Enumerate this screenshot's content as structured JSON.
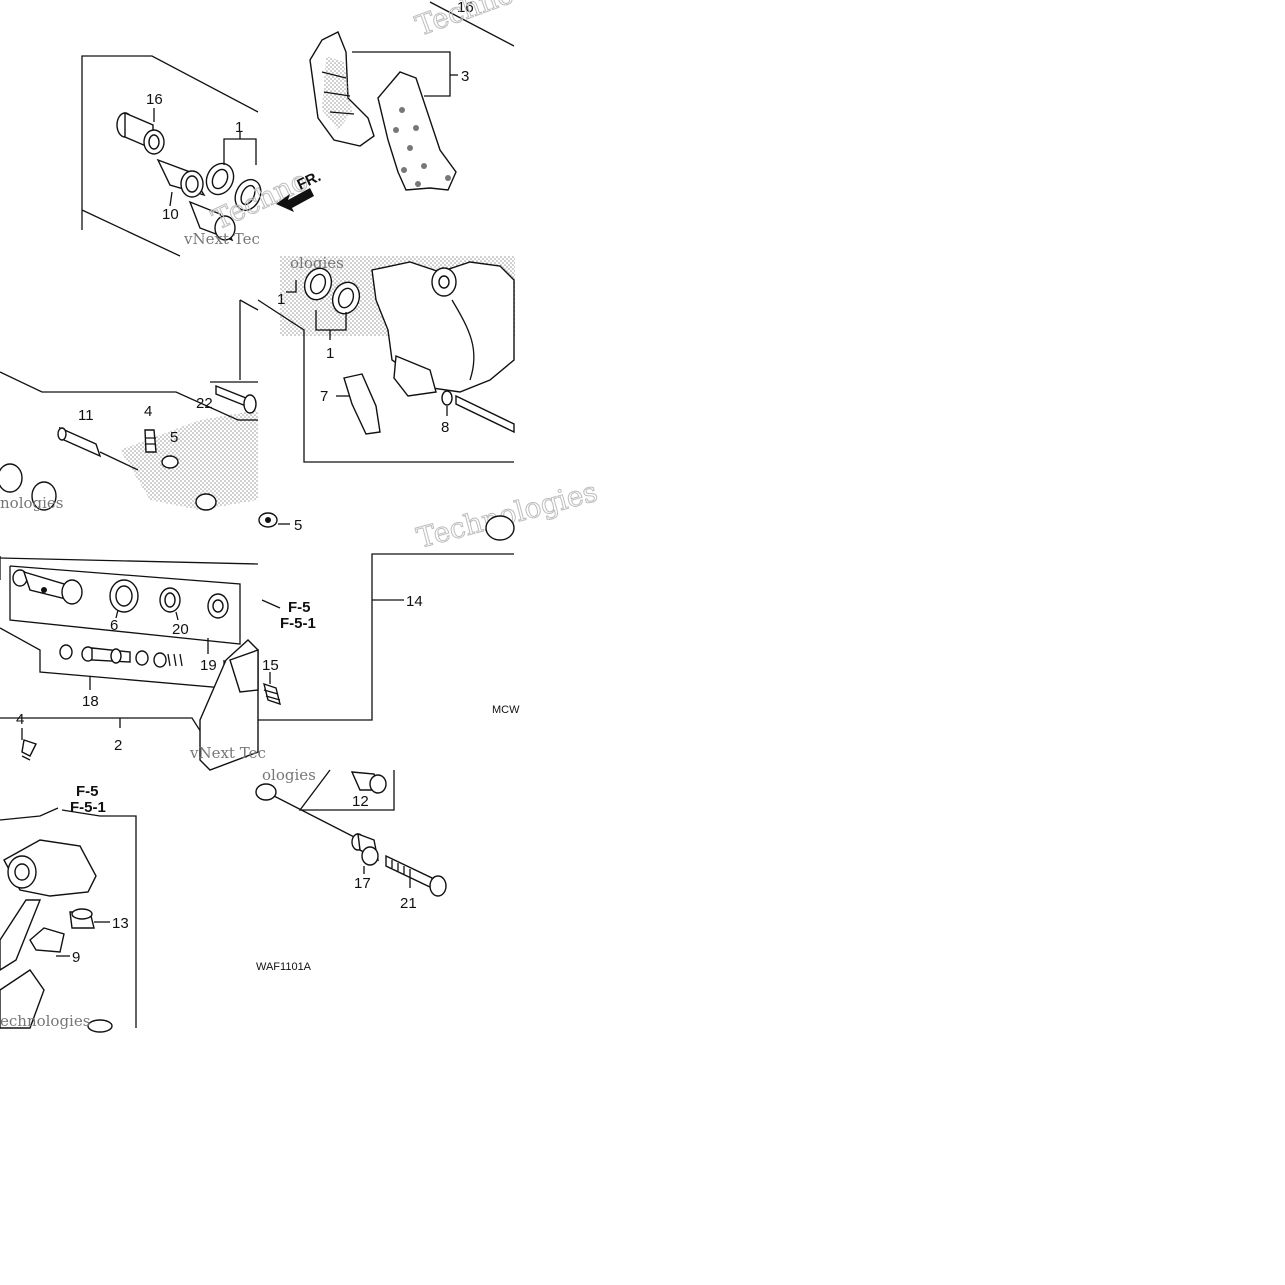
{
  "labels": {
    "n1a": "1",
    "n1b": "1",
    "n1c": "1",
    "n2": "2",
    "n3": "3",
    "n4a": "4",
    "n4b": "4",
    "n5a": "5",
    "n5b": "5",
    "n6": "6",
    "n7": "7",
    "n8": "8",
    "n9": "9",
    "n10": "10",
    "n11": "11",
    "n12": "12",
    "n13": "13",
    "n14": "14",
    "n15": "15",
    "n16a": "16",
    "n16b": "16",
    "n17": "17",
    "n18": "18",
    "n19": "19",
    "n20": "20",
    "n21": "21",
    "n22": "22"
  },
  "refs": {
    "f5a": "F-5",
    "f51a": "F-5-1",
    "f5b": "F-5",
    "f51b": "F-5-1"
  },
  "direction": {
    "fr": "FR."
  },
  "codes": {
    "diagram_code": "WAF1101A",
    "partial_code": "MCW"
  },
  "watermarks": {
    "w1": "Techno",
    "w2": "Techno",
    "w3": "vNext Tec",
    "w4": "vNext Tec",
    "w5": "ologies",
    "w6": "ologies",
    "w7": "echnologies",
    "w8": "Technologies",
    "w9": "nologies"
  }
}
